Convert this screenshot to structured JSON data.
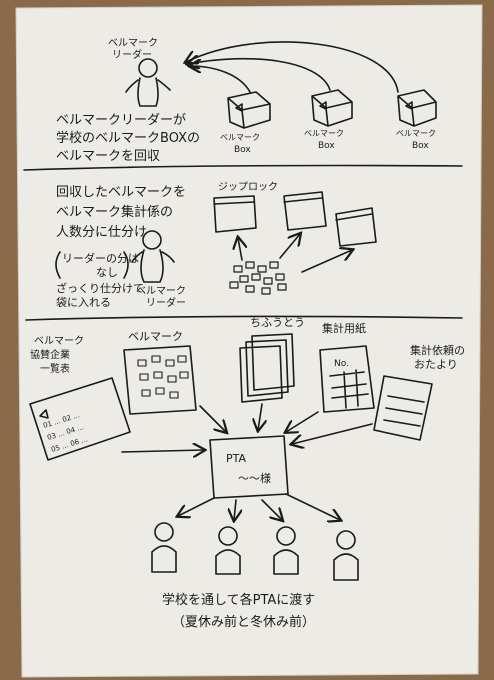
{
  "colors": {
    "paper": "#ecebe6",
    "ink": "#1a1a1a",
    "table": "#8a6a48"
  },
  "section1": {
    "leader_label": [
      "ベルマーク",
      "リーダー"
    ],
    "box_label_top": "ベルマーク",
    "box_label_bottom": "Box",
    "caption": [
      "ベルマークリーダーが",
      "学校のベルマークBOXの",
      "ベルマークを回収"
    ]
  },
  "section2": {
    "ziplock_label": "ジップロック",
    "caption": [
      "回収したベルマークを",
      "ベルマーク集計係の",
      "人数分に仕分け"
    ],
    "aside": [
      "リーダーの分は",
      "なし"
    ],
    "caption2": [
      "ざっくり仕分けて",
      "袋に入れる"
    ],
    "leader_label": [
      "ベルマーク",
      "リーダー"
    ]
  },
  "section3": {
    "list_title": [
      "ベルマーク",
      "協賛企業",
      "一覧表"
    ],
    "list_rows": [
      "01 ...   02 ...",
      "03 ...   04 ...",
      "05 ...   06 ..."
    ],
    "bellmark_label": "ベルマーク",
    "envelope_label": "ちふうとう",
    "sheet_label": "集計用紙",
    "sheet_no": "No.",
    "notice_label": [
      "集計依頼の",
      "おたより"
    ],
    "pta_label": "PTA",
    "pta_sub": "～～様",
    "caption": [
      "学校を通して各PTAに渡す",
      "（夏休み前と冬休み前）"
    ]
  }
}
